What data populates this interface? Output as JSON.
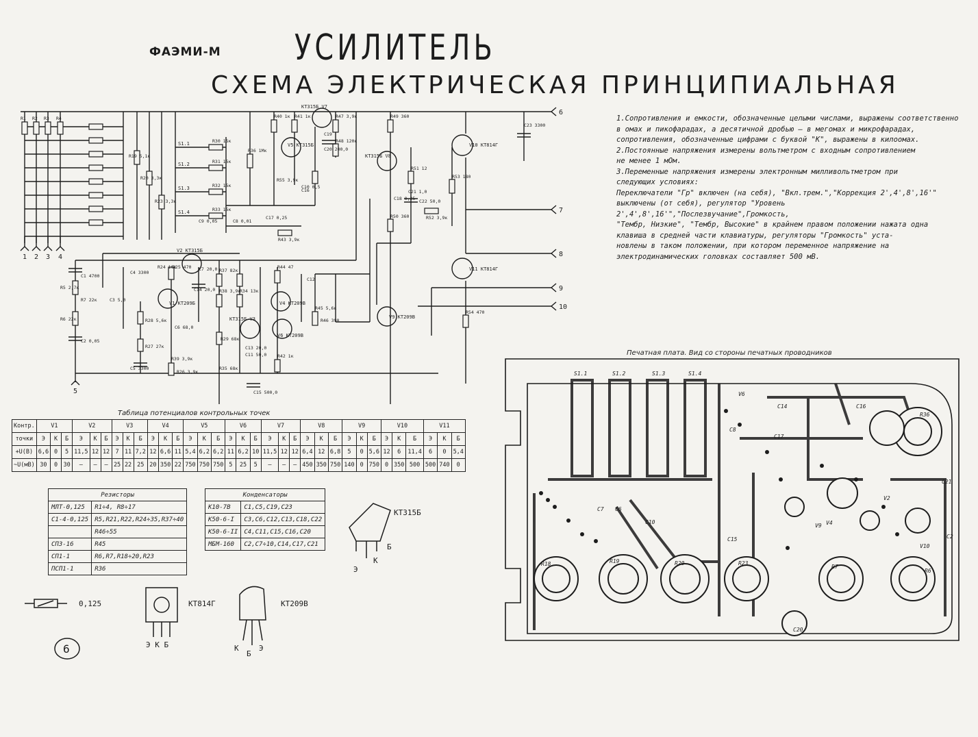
{
  "header": {
    "brand": "ФАЭМИ-М",
    "title": "УСИЛИТЕЛЬ",
    "subtitle": "СХЕМА ЭЛЕКТРИЧЕСКАЯ ПРИНЦИПИАЛЬНАЯ"
  },
  "notes": [
    "1.Сопротивления и емкости, обозначенные целыми числами, выражены соответственно",
    "в омах и пикофарадах, а десятичной дробью – в мегомах и микрофарадах,",
    "сопротивления, обозначенные цифрами с буквой \"К\", выражены в килоомах.",
    "2.Постоянные напряжения измерены вольтметром с входным сопротивлением",
    "не менее 1 мОм.",
    "3.Переменные напряжения измерены электронным милливольтметром при",
    "следующих условиях:",
    "Переключатели \"Гр\" включен (на себя), \"Вкл.трем.\",\"Коррекция 2',4',8',16'\"",
    "выключены (от себя), регулятор \"Уровень 2',4',8',16'\",\"Послезвучание\",Громкость,",
    "\"Тембр, Низкие\", \"Тембр, Высокие\" в крайнем правом положении нажата одна",
    "клавиша в средней части клавиатуры, регуляторы \"Громкость\" уста-",
    "новлены в таком положении, при котором переменное напряжение на",
    "электродинамических головках составляет    500 мВ."
  ],
  "schematic": {
    "terminals": [
      "6",
      "7",
      "8",
      "9",
      "10"
    ],
    "bottom_terminals": [
      "1",
      "2",
      "3",
      "4",
      "5"
    ],
    "transistor_labels": [
      "КТ315Б V7",
      "V5 КТ315Б",
      "КТ315Б V8",
      "V10 КТ814Г",
      "V11 КТ814Г",
      "V9 КТ209В",
      "V2 КТ315Б",
      "V1 КТ209Б",
      "КТ315Б V3",
      "V4 КТ209В",
      "V6 КТ209В"
    ],
    "component_labels": [
      "R1",
      "R2",
      "R3",
      "R4",
      "C1 4700",
      "C2 0,05",
      "R5 2,7к",
      "R6 22к",
      "R7 22к",
      "C3 5,0",
      "C4 3300",
      "C5 3300",
      "C6 68,0",
      "C7 20,0",
      "C8 0,01",
      "C9 0,05",
      "C10 0,5",
      "C11 50,0",
      "C12",
      "C13 20,0",
      "C14 20,0",
      "C15 500,0",
      "C16",
      "C17 0,25",
      "C18 0,25",
      "C19",
      "C20 200,0",
      "C21 1,0",
      "C22 50,0",
      "C23 3300",
      "R19 5,1к",
      "R20 3,3к",
      "R23 3,3к",
      "R30 15к",
      "R31 15к",
      "R32 15к",
      "R33 15к",
      "R36 1Мк",
      "R37 82к",
      "R38 3,9к",
      "R39 3,9к",
      "R40 1к",
      "R41 1к",
      "R42 1к",
      "R43 3,9к",
      "R44 47",
      "R45 5,6к",
      "R46 390",
      "R47 3,9к",
      "R48 120к",
      "R49 360",
      "R50 360",
      "R51 12",
      "R52 3,9к",
      "R53 180",
      "R54 470",
      "R55 3,9к",
      "R24 10к",
      "R25 470",
      "R26 3,9к",
      "R27 27к",
      "R28 5,6к",
      "R29 68к",
      "R34 13к",
      "R35 68к"
    ],
    "switch_labels": [
      "S1.1",
      "S1.2",
      "S1.3",
      "S1.4"
    ]
  },
  "potentials_table": {
    "caption": "Таблица потенциалов контрольных точек",
    "row_header": [
      "Контр.",
      "точки"
    ],
    "transistors": [
      "V1",
      "V2",
      "V3",
      "V4",
      "V5",
      "V6",
      "V7",
      "V8",
      "V9",
      "V10",
      "V11"
    ],
    "electrodes": [
      "Э",
      "К",
      "Б"
    ],
    "rows": [
      {
        "label": "+U(В)",
        "values": [
          "6,6",
          "0",
          "5",
          "11,5",
          "12",
          "12",
          "7",
          "11",
          "7,2",
          "12",
          "6,6",
          "11",
          "5,4",
          "6,2",
          "6,2",
          "11",
          "6,2",
          "10",
          "11,5",
          "12",
          "12",
          "6,4",
          "12",
          "6,8",
          "5",
          "0",
          "5,6",
          "12",
          "6",
          "11,4",
          "6",
          "0",
          "5,4"
        ]
      },
      {
        "label": "~U(мВ)",
        "values": [
          "30",
          "0",
          "30",
          "–",
          "–",
          "–",
          "25",
          "22",
          "25",
          "20",
          "350",
          "22",
          "750",
          "750",
          "750",
          "5",
          "25",
          "5",
          "–",
          "–",
          "–",
          "450",
          "350",
          "750",
          "140",
          "0",
          "750",
          "0",
          "350",
          "500",
          "500",
          "740",
          "0"
        ]
      }
    ]
  },
  "resistors_table": {
    "title": "Резисторы",
    "rows": [
      [
        "МЛТ-0,125",
        "R1÷4, R8÷17"
      ],
      [
        "С1-4-0,125",
        "R5,R21,R22,R24÷35,R37÷40"
      ],
      [
        "",
        "R46÷55"
      ],
      [
        "СП3-16",
        "R45"
      ],
      [
        "СП1-1",
        "R6,R7,R18÷20,R23"
      ],
      [
        "ПСП1-1",
        "R36"
      ]
    ]
  },
  "capacitors_table": {
    "title": "Конденсаторы",
    "rows": [
      [
        "К10-7В",
        "С1,С5,С19,С23"
      ],
      [
        "К50-6-I",
        "С3,С6,С12,С13,С18,С22"
      ],
      [
        "К50-6-II",
        "С4,С11,С15,С16,С20"
      ],
      [
        "МБМ-160",
        "С2,С7÷10,С14,С17,С21"
      ]
    ]
  },
  "legend": {
    "resistor_value": "0,125",
    "kt814": "КТ814Г",
    "kt814_pins": "Э К Б",
    "kt209": "КТ209В",
    "kt209_pins_top": "К",
    "kt209_pins_e": "Э",
    "kt209_pins_b": "Б",
    "kt315": "КТ315Б",
    "kt315_pins_e": "Э",
    "kt315_pins_k": "К",
    "kt315_pins_b": "Б",
    "page_number": "6"
  },
  "pcb": {
    "caption": "Печатная плата. Вид со стороны печатных проводников",
    "switch_labels": [
      "S1.1",
      "S1.2",
      "S1.3",
      "S1.4"
    ],
    "pot_labels": [
      "R18",
      "R19",
      "R20",
      "R23",
      "R7",
      "R6",
      "R36"
    ],
    "cap_labels": [
      "C16",
      "C14",
      "C17",
      "C10",
      "C6",
      "C7",
      "C15",
      "C21",
      "C2",
      "C20",
      "C8"
    ],
    "transistor_labels": [
      "V6",
      "V10",
      "V9",
      "V4",
      "V2"
    ]
  }
}
